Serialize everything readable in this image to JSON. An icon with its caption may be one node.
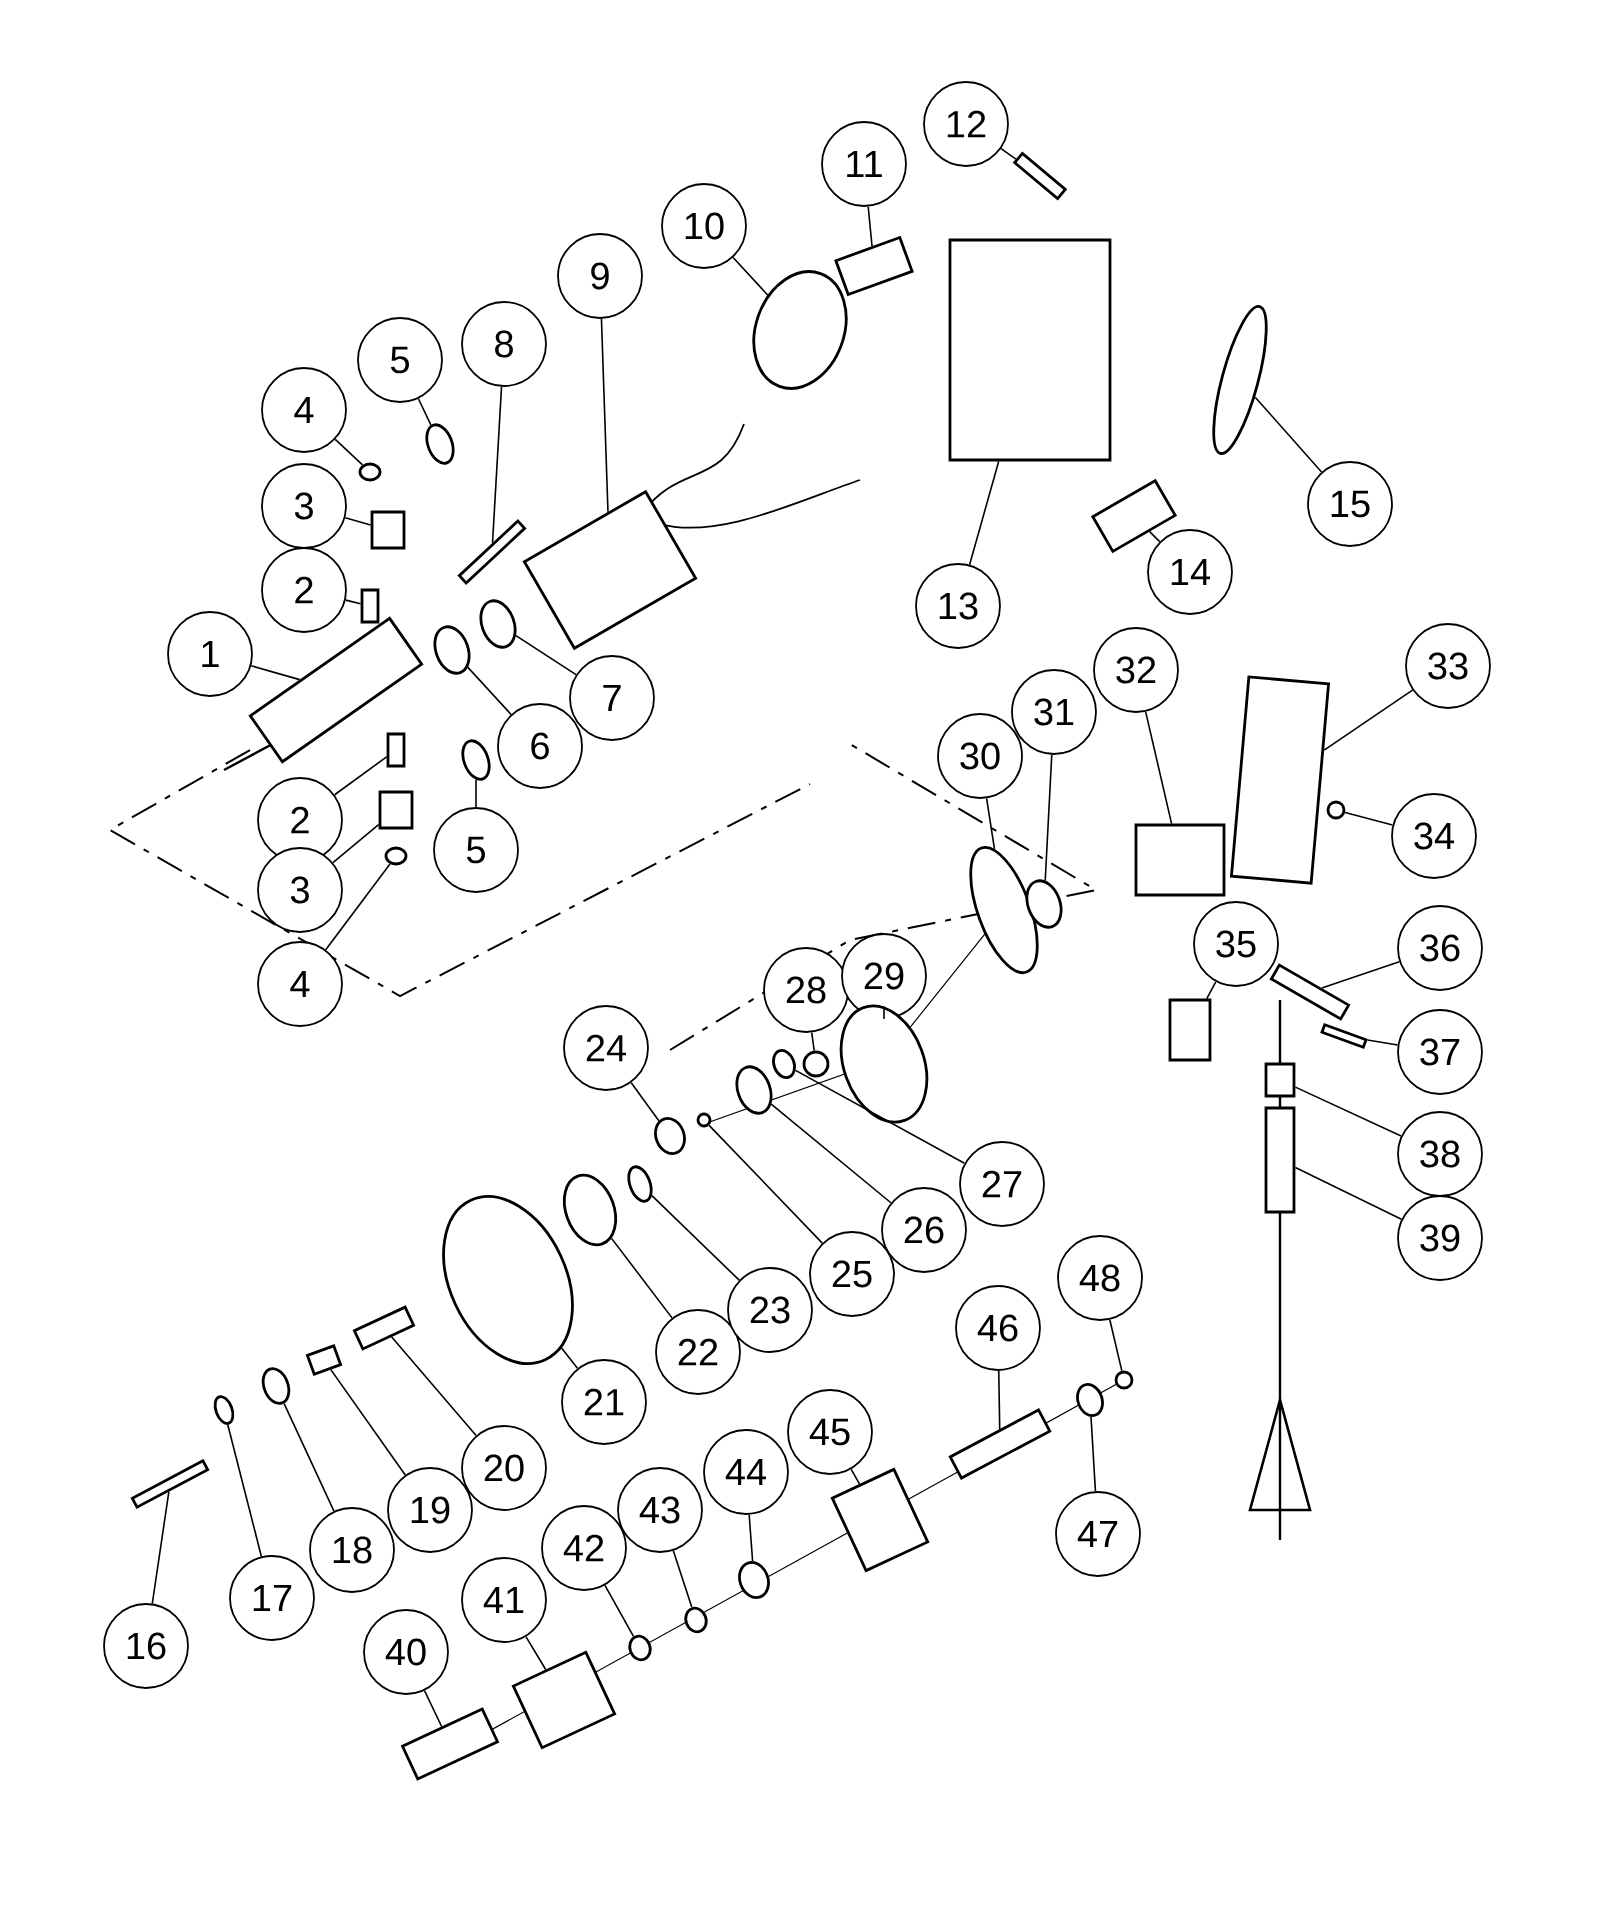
{
  "diagram": {
    "nodes": [
      {
        "text": [
          "1"
        ]
      },
      {
        "text": [
          "2"
        ]
      },
      {
        "text": [
          "3"
        ]
      },
      {
        "text": [
          "4"
        ]
      },
      {
        "text": [
          "5"
        ]
      },
      {
        "text": [
          "6"
        ]
      },
      {
        "text": [
          "7"
        ]
      },
      {
        "text": [
          "8"
        ]
      },
      {
        "text": [
          "9"
        ]
      },
      {
        "text": [
          "10"
        ]
      },
      {
        "text": [
          "11"
        ]
      },
      {
        "text": [
          "12"
        ]
      },
      {
        "text": [
          "13"
        ]
      },
      {
        "text": [
          "14"
        ]
      },
      {
        "text": [
          "15"
        ]
      },
      {
        "text": [
          "2"
        ]
      },
      {
        "text": [
          "3"
        ]
      },
      {
        "text": [
          "4"
        ]
      },
      {
        "text": [
          "5"
        ]
      },
      {
        "text": [
          "16"
        ]
      },
      {
        "text": [
          "17"
        ]
      },
      {
        "text": [
          "18"
        ]
      },
      {
        "text": [
          "19"
        ]
      },
      {
        "text": [
          "20"
        ]
      },
      {
        "text": [
          "21"
        ]
      },
      {
        "text": [
          "22"
        ]
      },
      {
        "text": [
          "23"
        ]
      },
      {
        "text": [
          "24"
        ]
      },
      {
        "text": [
          "25"
        ]
      },
      {
        "text": [
          "26"
        ]
      },
      {
        "text": [
          "27"
        ]
      },
      {
        "text": [
          "28"
        ]
      },
      {
        "text": [
          "29"
        ]
      },
      {
        "text": [
          "30"
        ]
      },
      {
        "text": [
          "31"
        ]
      },
      {
        "text": [
          "32"
        ]
      },
      {
        "text": [
          "33"
        ]
      },
      {
        "text": [
          "34"
        ]
      },
      {
        "text": [
          "35"
        ]
      },
      {
        "text": [
          "36"
        ]
      },
      {
        "text": [
          "37"
        ]
      },
      {
        "text": [
          "38"
        ]
      },
      {
        "text": [
          "39"
        ]
      },
      {
        "text": [
          "40"
        ]
      },
      {
        "text": [
          "41"
        ]
      },
      {
        "text": [
          "42"
        ]
      },
      {
        "text": [
          "43"
        ]
      },
      {
        "text": [
          "44"
        ]
      },
      {
        "text": [
          "45"
        ]
      },
      {
        "text": [
          "46"
        ]
      },
      {
        "text": [
          "47"
        ]
      },
      {
        "text": [
          "48"
        ]
      },
      {
        "text": [],
        "shape": "box"
      },
      {
        "text": [],
        "shape": "box"
      },
      {
        "text": [],
        "shape": "box"
      },
      {
        "text": [],
        "shape": "circle"
      },
      {
        "text": [],
        "shape": "circle"
      },
      {
        "text": [],
        "shape": "circle"
      },
      {
        "text": [],
        "shape": "circle"
      },
      {
        "text": [],
        "shape": "box"
      },
      {
        "text": [],
        "shape": "box"
      },
      {
        "text": [],
        "shape": "circle"
      },
      {
        "text": [],
        "shape": "box"
      },
      {
        "text": [],
        "shape": "box"
      },
      {
        "text": [],
        "shape": "box"
      },
      {
        "text": [],
        "shape": "box"
      },
      {
        "text": [],
        "shape": "circle"
      },
      {
        "text": [],
        "shape": "box"
      },
      {
        "text": [],
        "shape": "box"
      },
      {
        "text": [],
        "shape": "circle"
      },
      {
        "text": [],
        "shape": "circle"
      },
      {
        "text": [],
        "shape": "box"
      },
      {
        "text": [],
        "shape": "circle"
      },
      {
        "text": [],
        "shape": "circle"
      },
      {
        "text": [],
        "shape": "box"
      },
      {
        "text": [],
        "shape": "box"
      },
      {
        "text": [],
        "shape": "circle"
      },
      {
        "text": [],
        "shape": "circle"
      },
      {
        "text": [],
        "shape": "circle"
      },
      {
        "text": [],
        "shape": "circle"
      },
      {
        "text": [],
        "shape": "circle"
      },
      {
        "text": [],
        "shape": "circle"
      },
      {
        "text": [],
        "shape": "circle"
      },
      {
        "text": [],
        "shape": "circle"
      },
      {
        "text": [],
        "shape": "circle"
      },
      {
        "text": [],
        "shape": "circle"
      },
      {
        "text": [],
        "shape": "circle"
      },
      {
        "text": [],
        "shape": "box"
      },
      {
        "text": [],
        "shape": "box"
      },
      {
        "text": [],
        "shape": "circle"
      },
      {
        "text": [],
        "shape": "box"
      },
      {
        "text": [],
        "shape": "box"
      },
      {
        "text": [],
        "shape": "box"
      },
      {
        "text": [],
        "shape": "box"
      },
      {
        "text": [],
        "shape": "box"
      },
      {
        "text": [],
        "shape": "box"
      },
      {
        "text": [],
        "shape": "box"
      },
      {
        "text": [],
        "shape": "circle"
      },
      {
        "text": [],
        "shape": "circle"
      },
      {
        "text": [],
        "shape": "circle"
      },
      {
        "text": [],
        "shape": "box"
      },
      {
        "text": [],
        "shape": "box"
      },
      {
        "text": [],
        "shape": "circle"
      },
      {
        "text": [],
        "shape": "circle"
      }
    ],
    "edges": [
      {
        "from": 0,
        "to": 52,
        "arrow": "none"
      },
      {
        "from": 1,
        "to": 53,
        "arrow": "none"
      },
      {
        "from": 2,
        "to": 54,
        "arrow": "none"
      },
      {
        "from": 3,
        "to": 55,
        "arrow": "none"
      },
      {
        "from": 4,
        "to": 56,
        "arrow": "none"
      },
      {
        "from": 5,
        "to": 57,
        "arrow": "none"
      },
      {
        "from": 6,
        "to": 58,
        "arrow": "none"
      },
      {
        "from": 7,
        "to": 59,
        "arrow": "none"
      },
      {
        "from": 8,
        "to": 60,
        "arrow": "none"
      },
      {
        "from": 9,
        "to": 61,
        "arrow": "none"
      },
      {
        "from": 10,
        "to": 62,
        "arrow": "none"
      },
      {
        "from": 11,
        "to": 63,
        "arrow": "none"
      },
      {
        "from": 12,
        "to": 64,
        "arrow": "none"
      },
      {
        "from": 13,
        "to": 65,
        "arrow": "none"
      },
      {
        "from": 14,
        "to": 66,
        "arrow": "none"
      },
      {
        "from": 15,
        "to": 67,
        "arrow": "none"
      },
      {
        "from": 16,
        "to": 68,
        "arrow": "none"
      },
      {
        "from": 17,
        "to": 69,
        "arrow": "none"
      },
      {
        "from": 18,
        "to": 70,
        "arrow": "none"
      },
      {
        "from": 19,
        "to": 71,
        "arrow": "none"
      },
      {
        "from": 20,
        "to": 72,
        "arrow": "none"
      },
      {
        "from": 21,
        "to": 73,
        "arrow": "none"
      },
      {
        "from": 22,
        "to": 74,
        "arrow": "none"
      },
      {
        "from": 23,
        "to": 75,
        "arrow": "none"
      },
      {
        "from": 24,
        "to": 76,
        "arrow": "none"
      },
      {
        "from": 25,
        "to": 77,
        "arrow": "none"
      },
      {
        "from": 26,
        "to": 78,
        "arrow": "none"
      },
      {
        "from": 27,
        "to": 79,
        "arrow": "none"
      },
      {
        "from": 28,
        "to": 80,
        "arrow": "none"
      },
      {
        "from": 29,
        "to": 81,
        "arrow": "none"
      },
      {
        "from": 30,
        "to": 82,
        "arrow": "none"
      },
      {
        "from": 31,
        "to": 83,
        "arrow": "none"
      },
      {
        "from": 32,
        "to": 84,
        "arrow": "none"
      },
      {
        "from": 33,
        "to": 85,
        "arrow": "none"
      },
      {
        "from": 34,
        "to": 86,
        "arrow": "none"
      },
      {
        "from": 35,
        "to": 87,
        "arrow": "none"
      },
      {
        "from": 36,
        "to": 88,
        "arrow": "none"
      },
      {
        "from": 37,
        "to": 89,
        "arrow": "none"
      },
      {
        "from": 38,
        "to": 90,
        "arrow": "none"
      },
      {
        "from": 39,
        "to": 91,
        "arrow": "none"
      },
      {
        "from": 40,
        "to": 92,
        "arrow": "none"
      },
      {
        "from": 41,
        "to": 93,
        "arrow": "none"
      },
      {
        "from": 42,
        "to": 94,
        "arrow": "none"
      },
      {
        "from": 43,
        "to": 95,
        "arrow": "none"
      },
      {
        "from": 44,
        "to": 96,
        "arrow": "none"
      },
      {
        "from": 45,
        "to": 97,
        "arrow": "none"
      },
      {
        "from": 46,
        "to": 98,
        "arrow": "none"
      },
      {
        "from": 47,
        "to": 99,
        "arrow": "none"
      },
      {
        "from": 48,
        "to": 100,
        "arrow": "none"
      },
      {
        "from": 49,
        "to": 101,
        "arrow": "none"
      },
      {
        "from": 50,
        "to": 102,
        "arrow": "none"
      },
      {
        "from": 51,
        "to": 103,
        "arrow": "none"
      }
    ]
  }
}
